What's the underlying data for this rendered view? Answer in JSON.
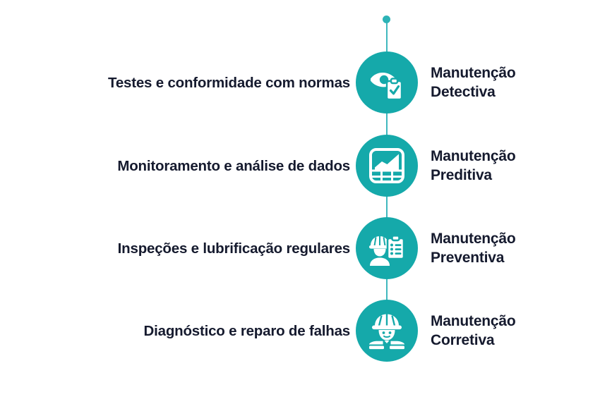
{
  "theme": {
    "background": "#ffffff",
    "accent_circle": "#15A9AA",
    "accent_line": "#3FB8BE",
    "accent_dot": "#2CB3B6",
    "text_color": "#151a2e",
    "icon_color": "#ffffff"
  },
  "timeline": {
    "name": "tipos-de-manutencao",
    "items": [
      {
        "description": "Testes e conformidade com normas",
        "title_line1": "Manutenção",
        "title_line2": "Detectiva",
        "icon": "eye-clipboard-check-icon"
      },
      {
        "description": "Monitoramento e análise de dados",
        "title_line1": "Manutenção",
        "title_line2": "Preditiva",
        "icon": "chart-trend-grid-icon"
      },
      {
        "description": "Inspeções e lubrificação regulares",
        "title_line1": "Manutenção",
        "title_line2": "Preventiva",
        "icon": "worker-clipboard-checklist-icon"
      },
      {
        "description": "Diagnóstico e reparo de falhas",
        "title_line1": "Manutenção",
        "title_line2": "Corretiva",
        "icon": "worker-hardhat-icon"
      }
    ]
  }
}
